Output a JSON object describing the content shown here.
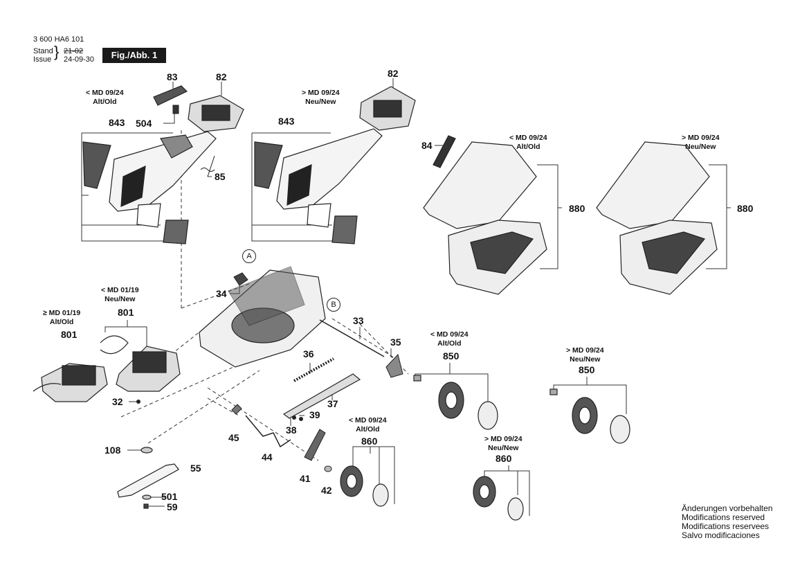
{
  "header": {
    "doc_number": "3 600 HA6 101",
    "stand_label": "Stand",
    "issue_label": "Issue",
    "old_date": "21-02",
    "new_date": "24-09-30",
    "fig_label": "Fig./Abb. 1"
  },
  "callouts": {
    "c83": "83",
    "c82a": "82",
    "c82b": "82",
    "c504": "504",
    "c843a": "843",
    "c843b": "843",
    "c85": "85",
    "c84": "84",
    "c880a": "880",
    "c880b": "880",
    "c34": "34",
    "c801a": "801",
    "c801b": "801",
    "c32": "32",
    "c33": "33",
    "c35": "35",
    "c36": "36",
    "c37": "37",
    "c39": "39",
    "c38": "38",
    "c45": "45",
    "c44": "44",
    "c108": "108",
    "c55": "55",
    "c501": "501",
    "c59": "59",
    "c41": "41",
    "c42": "42",
    "c850a": "850",
    "c850b": "850",
    "c860a": "860",
    "c860b": "860",
    "circle_a": "A",
    "circle_b": "B"
  },
  "md_labels": {
    "lt_0924": "< MD 09/24",
    "gt_0924": "> MD 09/24",
    "lt_0119": "< MD 01/19",
    "ge_0119": "≥ MD 01/19",
    "alt_old": "Alt/Old",
    "neu_new": "Neu/New"
  },
  "notes": [
    "Änderungen vorbehalten",
    "Modifications reserved",
    "Modifications reservees",
    "Salvo modificaciones"
  ]
}
